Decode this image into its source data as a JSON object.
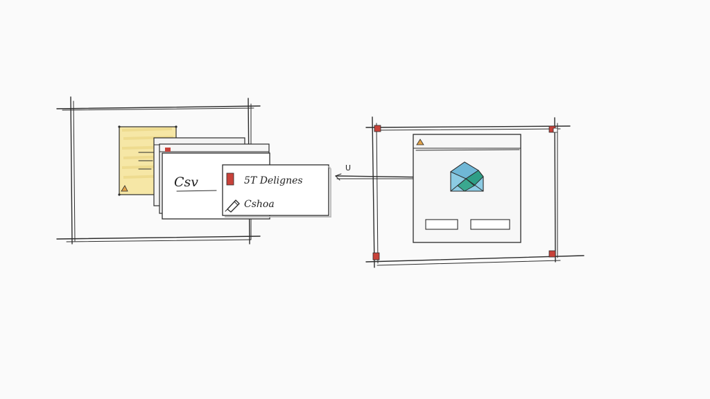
{
  "left_group": {
    "card_label": "Csv",
    "menu": {
      "items": [
        {
          "label": "5T Delignes",
          "icon": "red-tag-icon"
        },
        {
          "label": "Cshoa",
          "icon": "pencil-icon"
        }
      ]
    }
  },
  "connector": {
    "label": "U"
  },
  "right_group": {
    "dialog": {
      "icon": "envelope-shape-icon"
    }
  },
  "colors": {
    "ink": "#2b2b2b",
    "sticky_note": "#f6e7a6",
    "accent_red": "#c8423a",
    "accent_orange": "#e0a24a",
    "shape_blue": "#6fb7d6",
    "shape_teal": "#2f9e86"
  }
}
